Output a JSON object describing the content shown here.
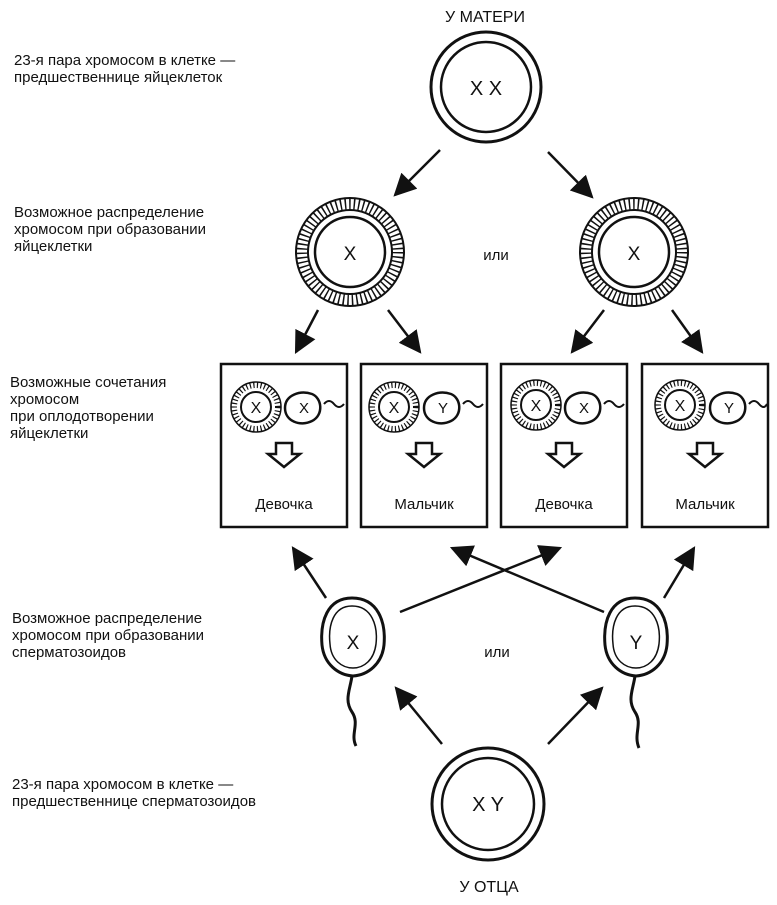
{
  "mother_label": "У МАТЕРИ",
  "father_label": "У ОТЦА",
  "mother_cell": "X X",
  "father_cell": "X Y",
  "labels": {
    "mother_cell_desc": [
      "23-я пара хромосом в клетке —",
      "предшественнице яйцеклеток"
    ],
    "egg_distribution": [
      "Возможное распределение",
      "хромосом  при образовании",
      "яйцеклетки"
    ],
    "combinations": [
      "Возможные сочетания",
      "хромосом",
      "при оплодотворении",
      "яйцеклетки"
    ],
    "sperm_distribution": [
      "Возможное  распределение",
      "хромосом при  образовании",
      "сперматозоидов"
    ],
    "father_cell_desc": [
      "23-я пара хромосом в клетке —",
      "предшественнице сперматозоидов"
    ]
  },
  "eggs": [
    "X",
    "X"
  ],
  "egg_or": "или",
  "sperm": [
    "X",
    "Y"
  ],
  "sperm_or": "или",
  "offspring": [
    {
      "egg": "X",
      "sperm": "X",
      "result": "Девочка"
    },
    {
      "egg": "X",
      "sperm": "Y",
      "result": "Мальчик"
    },
    {
      "egg": "X",
      "sperm": "X",
      "result": "Девочка"
    },
    {
      "egg": "X",
      "sperm": "Y",
      "result": "Мальчик"
    }
  ]
}
